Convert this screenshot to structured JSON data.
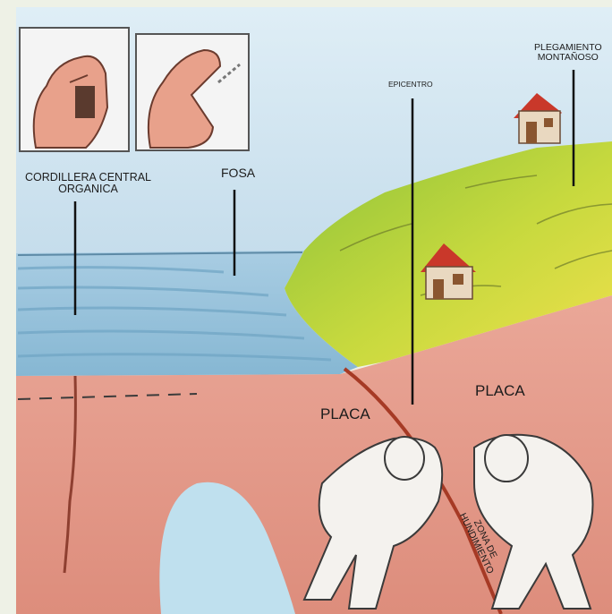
{
  "labels": {
    "cordillera_line1": "CORDILLERA CENTRAL",
    "cordillera_line2": "ORGANICA",
    "fosa": "FOSA",
    "epicentro": "EPICENTRO",
    "plegamiento_line1": "PLEGAMIENTO",
    "plegamiento_line2": "MONTAÑOSO",
    "placa_left": "PLACA",
    "placa_right": "PLACA",
    "zona_line1": "ZONA DE",
    "zona_line2": "HUNDIMIENTO"
  },
  "colors": {
    "sky": "#cfe3ef",
    "ocean": "#8fbdd6",
    "hill_light": "#e6e64f",
    "hill_green": "#7cbc3a",
    "crust": "#e59b8a",
    "background": "#eef1e6"
  },
  "icons": [
    "hand-squeezing-icon",
    "hand-open-icon",
    "house-icon",
    "figure-pushing-icon"
  ]
}
